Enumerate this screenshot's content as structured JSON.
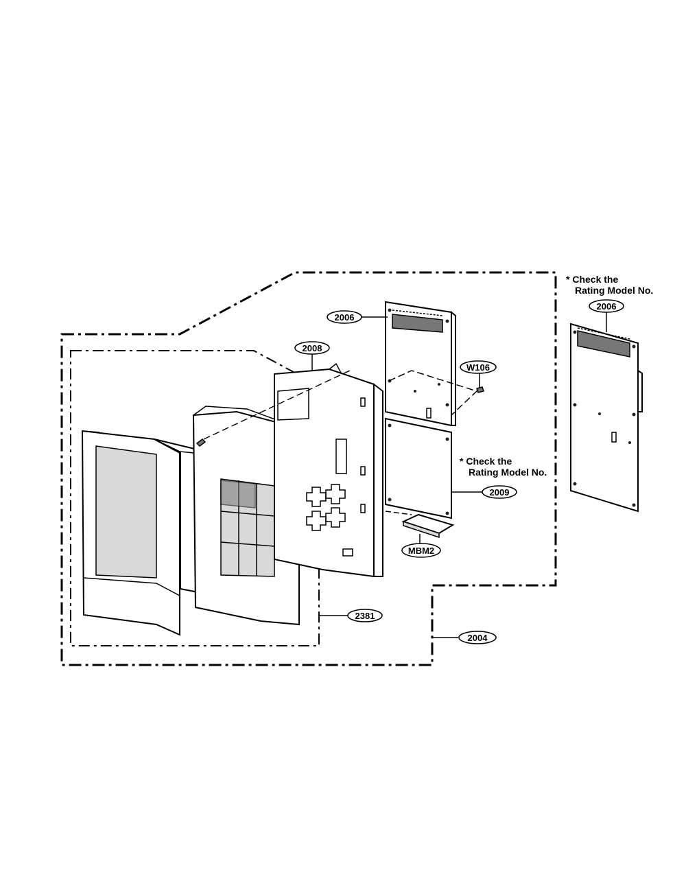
{
  "callouts": {
    "c2006_main": "2006",
    "c2006_alt": "2006",
    "c2008": "2008",
    "cW106": "W106",
    "c2009": "2009",
    "cMBM2": "MBM2",
    "c2381": "2381",
    "c2004": "2004"
  },
  "notes": {
    "right_line1": "* Check the",
    "right_line2": "Rating Model No.",
    "mid_line1": "* Check the",
    "mid_line2": "Rating Model No."
  }
}
